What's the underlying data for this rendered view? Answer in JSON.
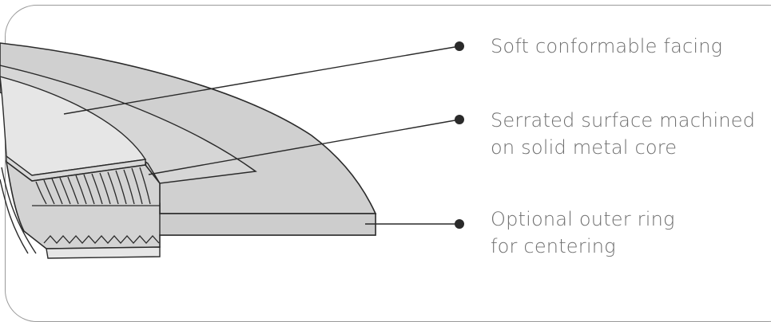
{
  "labels": [
    {
      "lines": [
        "Soft conformable facing"
      ]
    },
    {
      "lines": [
        "Serrated surface machined",
        "on solid metal core"
      ]
    },
    {
      "lines": [
        "Optional outer ring",
        "for centering"
      ]
    }
  ],
  "colors": {
    "outline": "#2a2a2a",
    "top_face": "#cfcfcf",
    "facing": "#e6e6e6",
    "core": "#d6d6d6",
    "ring": "#d0d0d0",
    "text": "#6f6f6f",
    "frame": "#9a9a9a"
  }
}
